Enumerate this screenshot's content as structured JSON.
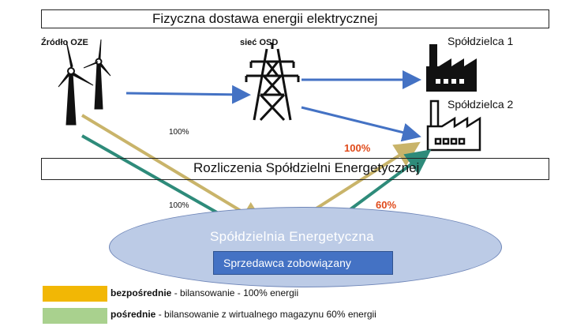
{
  "banners": {
    "physical": "Fizyczna dostawa energii elektrycznej",
    "settlement": "Rozliczenia Spółdzielni Energetycznej"
  },
  "nodes": {
    "source": "Źródło OZE",
    "grid": "sieć OSD",
    "coop1": "Spółdzielca 1",
    "coop2": "Spółdzielca 2"
  },
  "percentages": {
    "direct_left": "100%",
    "indirect_left": "100%",
    "direct_right": "100%",
    "indirect_right": "60%"
  },
  "cooperative": {
    "title": "Spółdzielnia  Energetyczna",
    "seller": "Sprzedawca zobowiązany"
  },
  "legend": [
    {
      "bold": "bezpośrednie",
      "rest": " - bilansowanie - 100%  energii",
      "color": "#f2b705"
    },
    {
      "bold": "pośrednie",
      "rest": " - bilansowanie z wirtualnego magazynu 60% energii",
      "color": "#a9d18e"
    }
  ],
  "colors": {
    "blue_arrow": "#4472c4",
    "direct": "#c9b46a",
    "indirect": "#2e8b7a",
    "ellipse": "#bccbe6",
    "seller": "#4472c4"
  }
}
